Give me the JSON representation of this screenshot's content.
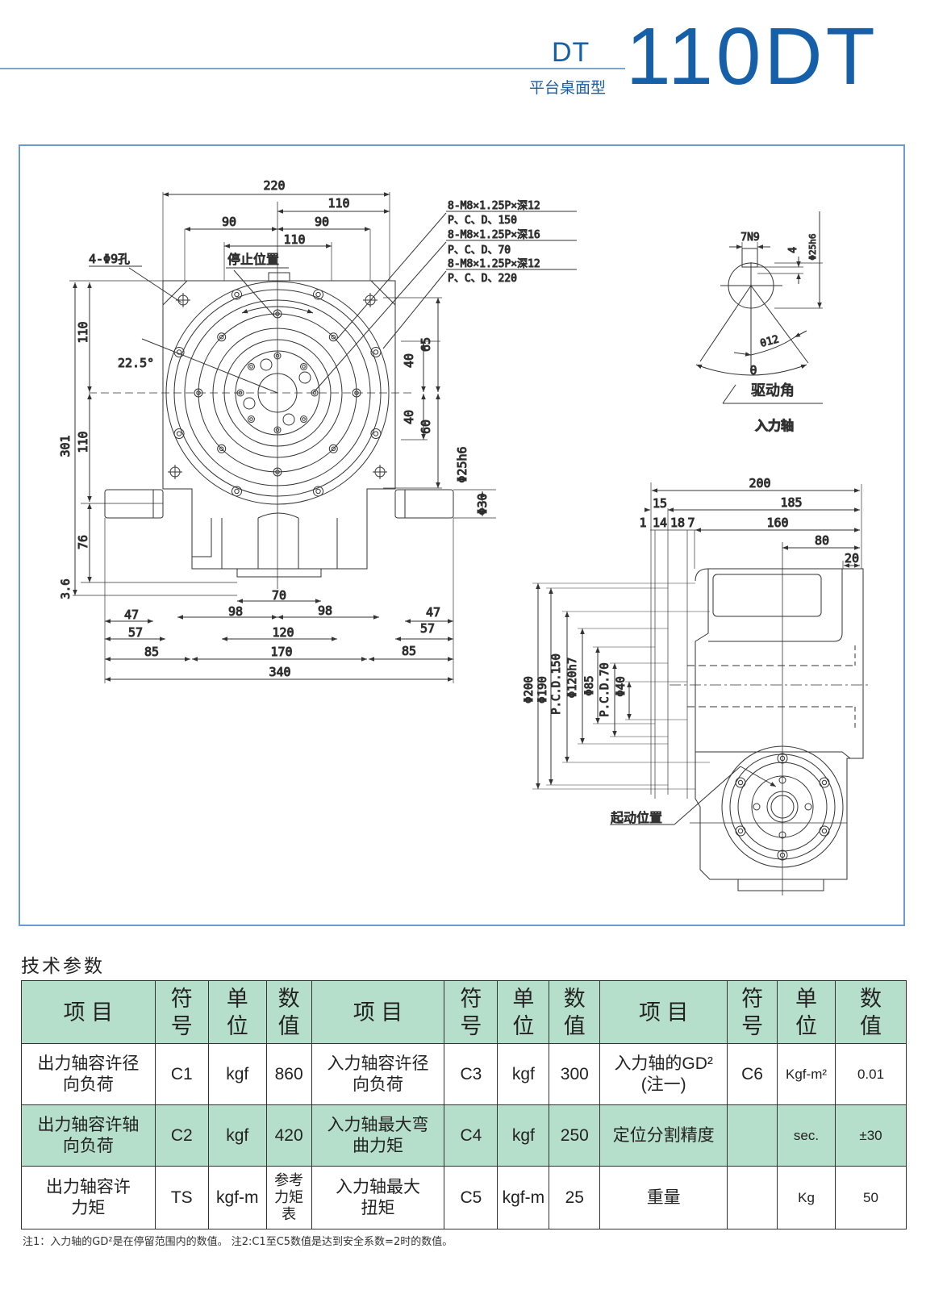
{
  "header": {
    "series": "DT",
    "subtitle": "平台桌面型",
    "model": "110DT"
  },
  "drawing": {
    "front_view": {
      "dims_top": [
        "220",
        "110",
        "90",
        "90",
        "110"
      ],
      "hole_label": "4-Φ9孔",
      "stop_position": "停止位置",
      "angle": "22.5°",
      "callouts": [
        {
          "thread": "8-M8×1.25P×深12",
          "pcd": "P、C、D、150"
        },
        {
          "thread": "8-M8×1.25P×深16",
          "pcd": "P、C、D、70"
        },
        {
          "thread": "8-M8×1.25P×深12",
          "pcd": "P、C、D、220"
        }
      ],
      "dims_left": [
        "301",
        "110",
        "110",
        "76",
        "3.6"
      ],
      "dims_right": [
        "65",
        "40",
        "40",
        "60",
        "Φ25h6",
        "Φ30"
      ],
      "dims_bottom": [
        "70",
        "98",
        "98",
        "47",
        "47",
        "57",
        "57",
        "120",
        "85",
        "170",
        "85",
        "340"
      ]
    },
    "input_shaft_detail": {
      "key_width": "7N9",
      "key_depth": "4",
      "shaft_dia": "Φ25h6",
      "theta12": "θ12",
      "theta": "θ",
      "drive_angle": "驱动角",
      "caption": "入力轴"
    },
    "side_view": {
      "dims_top": [
        "200",
        "15",
        "185",
        "1",
        "14",
        "18",
        "7",
        "160",
        "80",
        "20"
      ],
      "dims_left": [
        "Φ200",
        "Φ190",
        "P.C.D.150",
        "Φ120h7",
        "Φ85",
        "P.C.D.70",
        "Φ40"
      ],
      "start_position": "起动位置"
    }
  },
  "specs": {
    "title": "技术参数",
    "headers": {
      "item": "项 目",
      "symbol": [
        "符",
        "号"
      ],
      "unit": [
        "单",
        "位"
      ],
      "value": [
        "数",
        "值"
      ]
    },
    "rows": [
      [
        {
          "item": [
            "出力轴容许径",
            "向负荷"
          ],
          "symbol": "C1",
          "unit": "kgf",
          "value": "860"
        },
        {
          "item": [
            "入力轴容许径",
            "向负荷"
          ],
          "symbol": "C3",
          "unit": "kgf",
          "value": "300"
        },
        {
          "item": [
            "入力轴的GD²",
            "(注一)"
          ],
          "symbol": "C6",
          "unit": "Kgf-m²",
          "value": "0.01"
        }
      ],
      [
        {
          "item": [
            "出力轴容许轴",
            "向负荷"
          ],
          "symbol": "C2",
          "unit": "kgf",
          "value": "420"
        },
        {
          "item": [
            "入力轴最大弯",
            "曲力矩"
          ],
          "symbol": "C4",
          "unit": "kgf",
          "value": "250"
        },
        {
          "item": [
            "定位分割精度",
            ""
          ],
          "symbol": "",
          "unit": "sec.",
          "value": "±30"
        }
      ],
      [
        {
          "item": [
            "出力轴容许",
            "力矩"
          ],
          "symbol": "TS",
          "unit": "kgf-m",
          "value": [
            "参考",
            "力矩",
            "表"
          ]
        },
        {
          "item": [
            "入力轴最大",
            "扭矩"
          ],
          "symbol": "C5",
          "unit": "kgf-m",
          "value": "25"
        },
        {
          "item": [
            "重量",
            ""
          ],
          "symbol": "",
          "unit": "Kg",
          "value": "50"
        }
      ]
    ],
    "note": "注1：入力轴的GD²是在停留范围内的数值。  注2:C1至C5数值是达到安全系数=2时的数值。"
  }
}
